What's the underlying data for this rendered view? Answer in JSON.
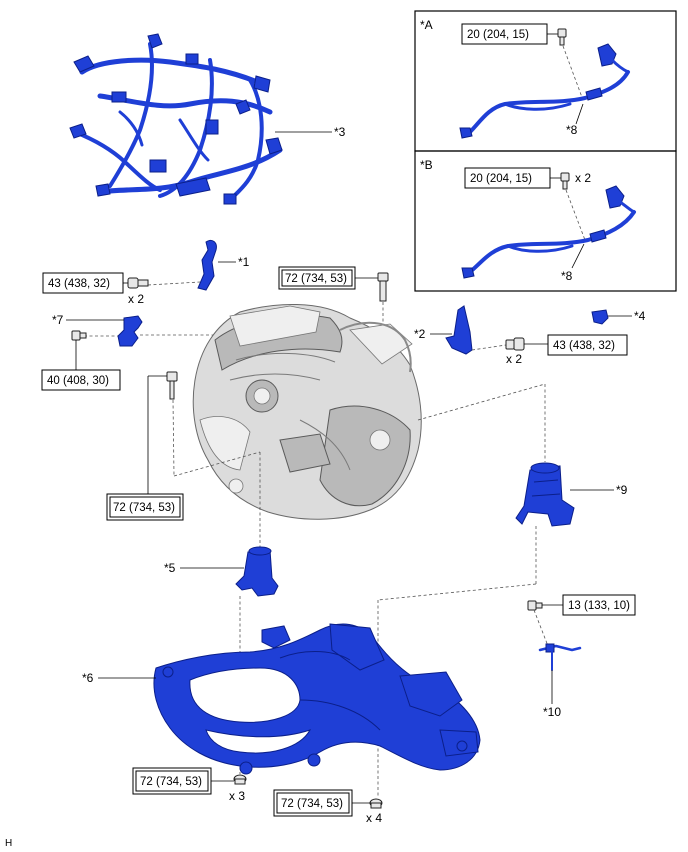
{
  "diagram": {
    "callouts": {
      "c1": "*1",
      "c2": "*2",
      "c3": "*3",
      "c4": "*4",
      "c5": "*5",
      "c6": "*6",
      "c7": "*7",
      "c8a": "*8",
      "c8b": "*8",
      "c9": "*9",
      "c10": "*10"
    },
    "insets": {
      "a": "*A",
      "b": "*B"
    },
    "torques": {
      "t_a": "20 (204, 15)",
      "t_b": "20 (204, 15)",
      "t_mount_l": "43 (438, 32)",
      "t_mount_r": "43 (438, 32)",
      "t_top": "72 (734, 53)",
      "t_left": "40 (408, 30)",
      "t_eng": "72 (734, 53)",
      "t_sensor": "13 (133, 10)",
      "t_bot_l": "72 (734, 53)",
      "t_bot_r": "72 (734, 53)"
    },
    "quantities": {
      "q_b": "x 2",
      "q_mount_l": "x 2",
      "q_mount_r": "x 2",
      "q_bot_l": "x 3",
      "q_bot_r": "x 4"
    },
    "corner_code": "H"
  },
  "colors": {
    "part_blue": "#1f3fd6",
    "part_blue_dark": "#0b1f8a",
    "engine_grey": "#dcdcdc"
  }
}
